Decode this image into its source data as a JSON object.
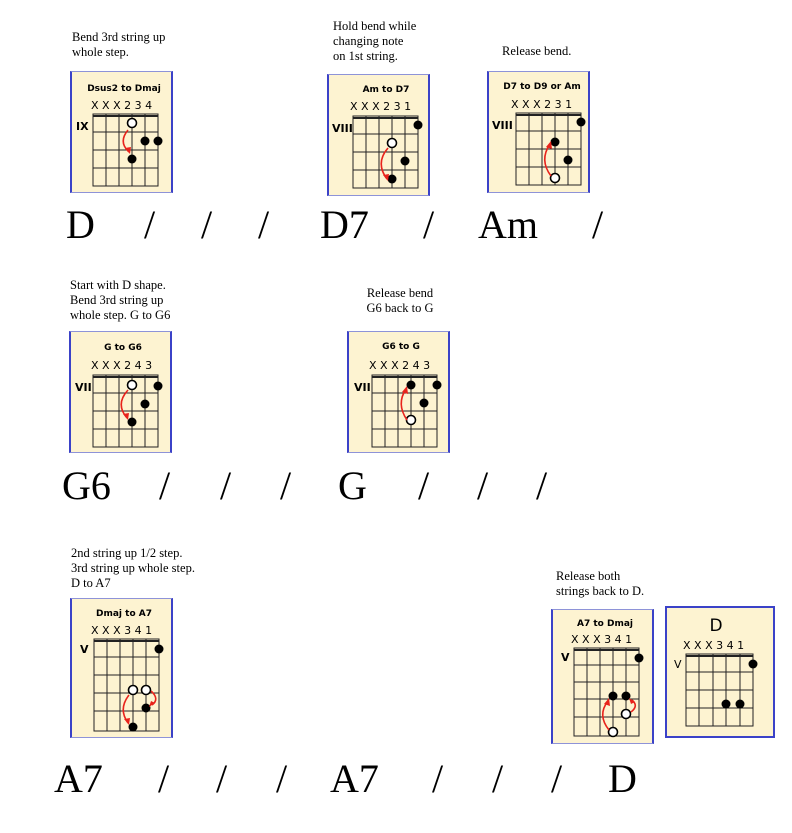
{
  "colors": {
    "bend_arrow": "#e8231c",
    "frame": "#3b42c8",
    "panel": "#fdf3d1"
  },
  "rows": [
    {
      "notes": [
        "Bend 3rd string up\nwhole step.",
        "Hold bend while\nchanging note\non 1st string.",
        "Release bend."
      ],
      "diagrams": [
        {
          "title": "Dsus2 to Dmaj",
          "fingers": "X X X 2 3 4",
          "fret": "IX"
        },
        {
          "title": "Am to D7",
          "fingers": "X X X 2 3 1",
          "fret": "VIII"
        },
        {
          "title": "D7 to D9 or Am",
          "fingers": "X X X 2 3 1",
          "fret": "VIII"
        }
      ],
      "chords": [
        "D",
        "/",
        "/",
        "/",
        "D7",
        "/",
        "Am",
        "/"
      ]
    },
    {
      "notes": [
        "Start  with D shape.\nBend 3rd string up\nwhole step. G to G6",
        "Release bend\nG6 back to G"
      ],
      "diagrams": [
        {
          "title": "G to G6",
          "fingers": "X X X 2 4 3",
          "fret": "VII"
        },
        {
          "title": "G6 to G",
          "fingers": "X X X 2 4 3",
          "fret": "VII"
        }
      ],
      "chords": [
        "G6",
        "/",
        "/",
        "/",
        "G",
        "/",
        "/",
        "/"
      ]
    },
    {
      "notes": [
        "2nd string up 1/2 step.\n3rd string up whole step.\nD to A7",
        "Release both\nstrings back to D."
      ],
      "diagrams": [
        {
          "title": "Dmaj to A7",
          "fingers": "X X X 3 4 1",
          "fret": "V"
        },
        {
          "title": "A7 to Dmaj",
          "fingers": "X X X 3 4 1",
          "fret": "V"
        },
        {
          "title": "D",
          "fingers": "X X X 3 4 1",
          "fret": "V"
        }
      ],
      "chords": [
        "A7",
        "/",
        "/",
        "/",
        "A7",
        "/",
        "/",
        "/",
        "D"
      ]
    }
  ]
}
